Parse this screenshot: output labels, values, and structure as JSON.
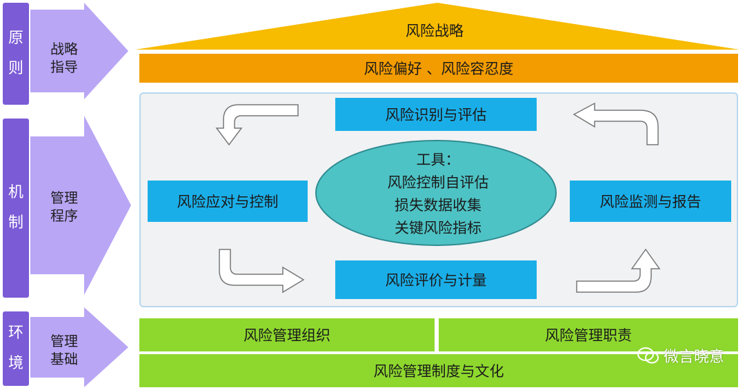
{
  "sides": [
    {
      "chars": [
        "原",
        "则"
      ]
    },
    {
      "chars": [
        "机",
        "制"
      ]
    },
    {
      "chars": [
        "环",
        "境"
      ]
    }
  ],
  "arrows": [
    {
      "lines": [
        "战略",
        "指导"
      ]
    },
    {
      "lines": [
        "管理",
        "程序"
      ]
    },
    {
      "lines": [
        "管理",
        "基础"
      ]
    }
  ],
  "top": {
    "roof": "风险战略",
    "appetite": "风险偏好 、风险容忍度"
  },
  "process": {
    "identify": "风险识别与评估",
    "respond": "风险应对与控制",
    "monitor": "风险监测与报告",
    "measure": "风险评价与计量"
  },
  "tools": {
    "title": "工具：",
    "items": [
      "风险控制自评估",
      "损失数据收集",
      "关键风险指标"
    ]
  },
  "base": {
    "org": "风险管理组织",
    "duty": "风险管理职责",
    "culture": "风险管理制度与文化"
  },
  "watermark": "微言晓意",
  "colors": {
    "purple_dark": "#7b5bd6",
    "purple_light": "#b9a6f5",
    "gold": "#f7bb00",
    "orange": "#f39c00",
    "blue": "#1aaee8",
    "teal": "#4ec3c5",
    "green": "#8ed82e"
  }
}
